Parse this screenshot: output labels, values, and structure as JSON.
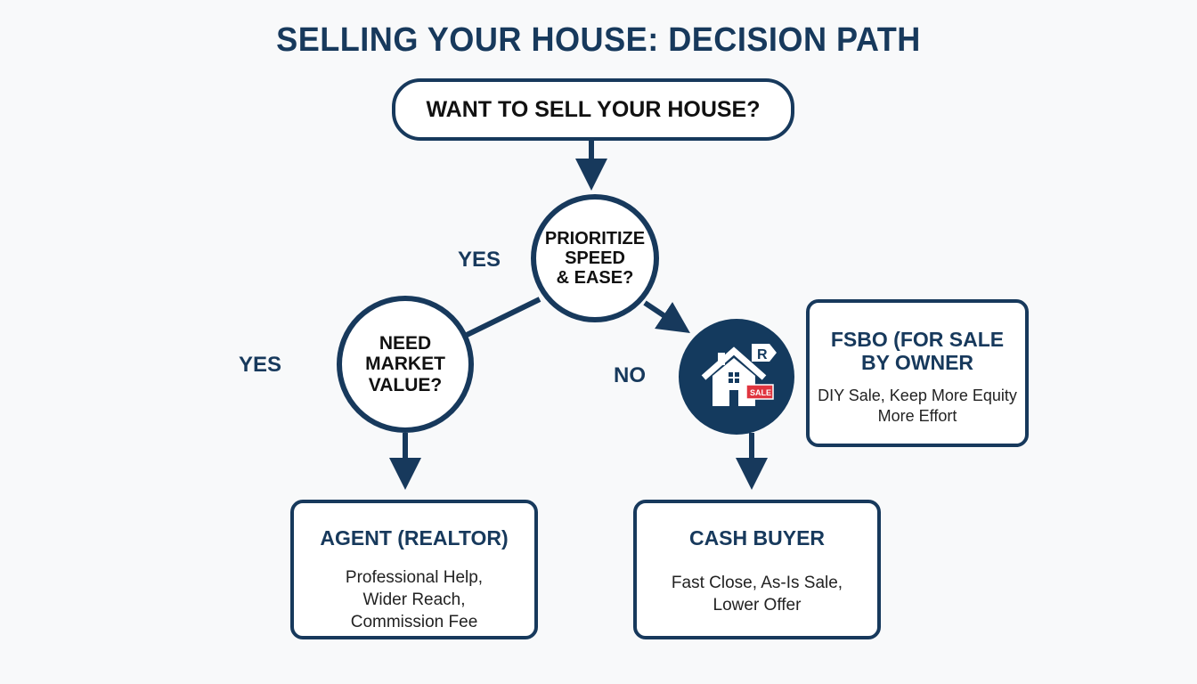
{
  "title": "SELLING YOUR HOUSE: DECISION PATH",
  "colors": {
    "primary": "#17395c",
    "icon_bg": "#143a5e",
    "sale_tag": "#e0353f",
    "background": "#f8f9fa"
  },
  "nodes": {
    "start": {
      "label": "WANT TO SELL YOUR HOUSE?"
    },
    "prioritize": {
      "line1": "PRIORITIZE",
      "line2": "SPEED",
      "line3": "& EASE?"
    },
    "need_value": {
      "line1": "NEED",
      "line2": "MARKET",
      "line3": "VALUE?"
    },
    "house_icon": {
      "icon": "house-for-sale-icon",
      "tag_label": "SALE",
      "badge_label": "R"
    }
  },
  "edge_labels": {
    "yes_prioritize": "YES",
    "yes_need_value": "YES",
    "no": "NO"
  },
  "outcomes": {
    "agent": {
      "heading": "AGENT (REALTOR)",
      "line1": "Professional Help,",
      "line2": "Wider Reach,",
      "line3": "Commission Fee"
    },
    "cash": {
      "heading": "CASH BUYER",
      "line1": "Fast Close, As-Is Sale,",
      "line2": "Lower Offer"
    },
    "fsbo": {
      "heading_line1": "FSBO (FOR SALE",
      "heading_line2": "BY OWNER",
      "line1": "DIY Sale, Keep More Equity",
      "line2": "More Effort"
    }
  }
}
